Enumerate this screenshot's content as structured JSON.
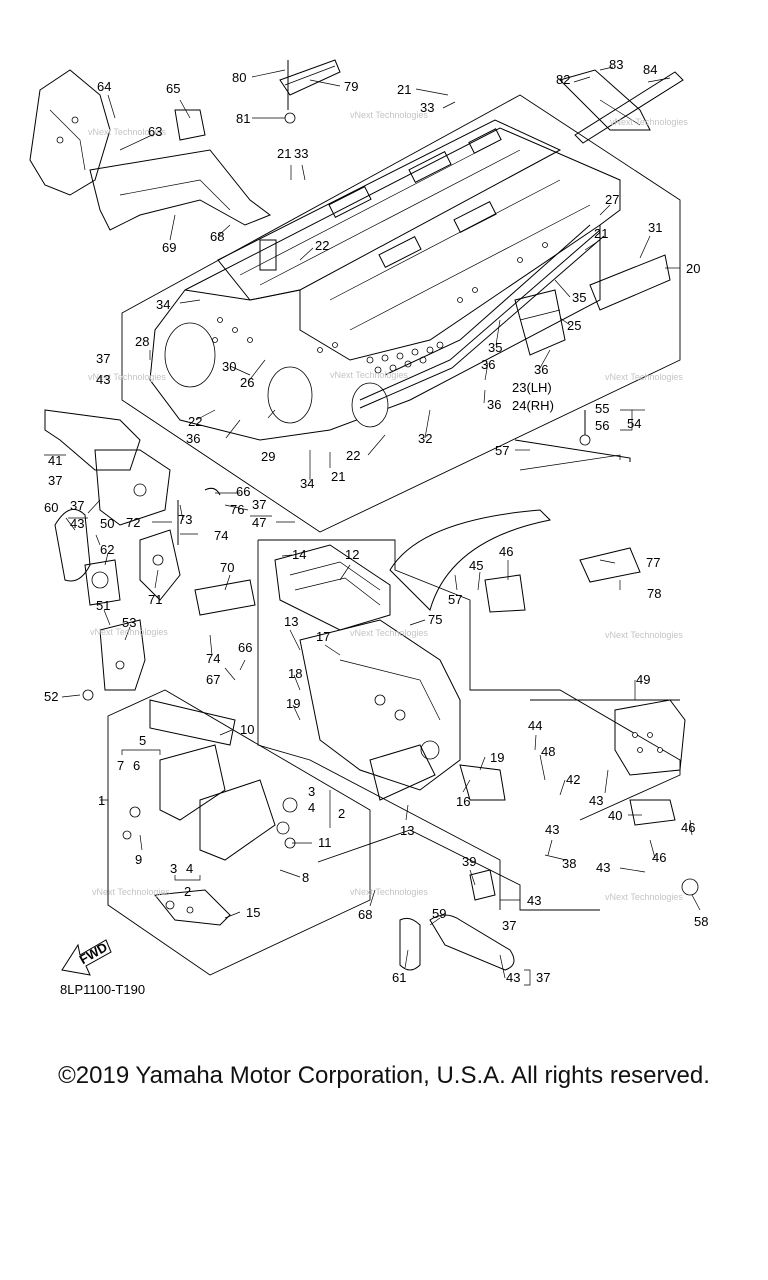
{
  "diagram": {
    "code": "8LP1100-T190",
    "direction_label": "FWD",
    "watermark": "vNext Technologies",
    "copyright": "©2019 Yamaha Motor Corporation, U.S.A. All rights reserved.",
    "callouts": [
      {
        "id": "c80",
        "text": "80"
      },
      {
        "id": "c79",
        "text": "79"
      },
      {
        "id": "c81",
        "text": "81"
      },
      {
        "id": "c64",
        "text": "64"
      },
      {
        "id": "c65",
        "text": "65"
      },
      {
        "id": "c63",
        "text": "63"
      },
      {
        "id": "c69",
        "text": "69"
      },
      {
        "id": "c68a",
        "text": "68"
      },
      {
        "id": "c21a",
        "text": "21"
      },
      {
        "id": "c33a",
        "text": "33"
      },
      {
        "id": "c82",
        "text": "82"
      },
      {
        "id": "c83",
        "text": "83"
      },
      {
        "id": "c84",
        "text": "84"
      },
      {
        "id": "c21b",
        "text": "21"
      },
      {
        "id": "c33b",
        "text": "33"
      },
      {
        "id": "c22a",
        "text": "22"
      },
      {
        "id": "c27",
        "text": "27"
      },
      {
        "id": "c21c",
        "text": "21"
      },
      {
        "id": "c31",
        "text": "31"
      },
      {
        "id": "c20",
        "text": "20"
      },
      {
        "id": "c34a",
        "text": "34"
      },
      {
        "id": "c35a",
        "text": "35"
      },
      {
        "id": "c25",
        "text": "25"
      },
      {
        "id": "c28",
        "text": "28"
      },
      {
        "id": "c30",
        "text": "30"
      },
      {
        "id": "c26",
        "text": "26"
      },
      {
        "id": "c35b",
        "text": "35"
      },
      {
        "id": "c36a",
        "text": "36"
      },
      {
        "id": "c36b",
        "text": "36"
      },
      {
        "id": "c37a",
        "text": "37"
      },
      {
        "id": "c43a",
        "text": "43"
      },
      {
        "id": "c23",
        "text": "23(LH)"
      },
      {
        "id": "c24",
        "text": "24(RH)"
      },
      {
        "id": "c22b",
        "text": "22"
      },
      {
        "id": "c36c",
        "text": "36"
      },
      {
        "id": "c32",
        "text": "32"
      },
      {
        "id": "c36d",
        "text": "36"
      },
      {
        "id": "c29",
        "text": "29"
      },
      {
        "id": "c55",
        "text": "55"
      },
      {
        "id": "c56",
        "text": "56"
      },
      {
        "id": "c54",
        "text": "54"
      },
      {
        "id": "c41",
        "text": "41"
      },
      {
        "id": "c37b",
        "text": "37"
      },
      {
        "id": "c22c",
        "text": "22"
      },
      {
        "id": "c57a",
        "text": "57"
      },
      {
        "id": "c34b",
        "text": "34"
      },
      {
        "id": "c21d",
        "text": "21"
      },
      {
        "id": "c66a",
        "text": "66"
      },
      {
        "id": "c76",
        "text": "76"
      },
      {
        "id": "c37c",
        "text": "37"
      },
      {
        "id": "c47",
        "text": "47"
      },
      {
        "id": "c60",
        "text": "60"
      },
      {
        "id": "c37d",
        "text": "37"
      },
      {
        "id": "c43b",
        "text": "43"
      },
      {
        "id": "c50",
        "text": "50"
      },
      {
        "id": "c73",
        "text": "73"
      },
      {
        "id": "c72",
        "text": "72"
      },
      {
        "id": "c74a",
        "text": "74"
      },
      {
        "id": "c62",
        "text": "62"
      },
      {
        "id": "c14",
        "text": "14"
      },
      {
        "id": "c12",
        "text": "12"
      },
      {
        "id": "c46a",
        "text": "46"
      },
      {
        "id": "c45",
        "text": "45"
      },
      {
        "id": "c77",
        "text": "77"
      },
      {
        "id": "c71",
        "text": "71"
      },
      {
        "id": "c70",
        "text": "70"
      },
      {
        "id": "c57b",
        "text": "57"
      },
      {
        "id": "c78",
        "text": "78"
      },
      {
        "id": "c53",
        "text": "53"
      },
      {
        "id": "c51",
        "text": "51"
      },
      {
        "id": "c13a",
        "text": "13"
      },
      {
        "id": "c75",
        "text": "75"
      },
      {
        "id": "c17",
        "text": "17"
      },
      {
        "id": "c74b",
        "text": "74"
      },
      {
        "id": "c67",
        "text": "67"
      },
      {
        "id": "c66b",
        "text": "66"
      },
      {
        "id": "c49",
        "text": "49"
      },
      {
        "id": "c52",
        "text": "52"
      },
      {
        "id": "c18",
        "text": "18"
      },
      {
        "id": "c19a",
        "text": "19"
      },
      {
        "id": "c10",
        "text": "10"
      },
      {
        "id": "c5",
        "text": "5"
      },
      {
        "id": "c44",
        "text": "44"
      },
      {
        "id": "c7",
        "text": "7"
      },
      {
        "id": "c6",
        "text": "6"
      },
      {
        "id": "c48",
        "text": "48"
      },
      {
        "id": "c19b",
        "text": "19"
      },
      {
        "id": "c42",
        "text": "42"
      },
      {
        "id": "c1",
        "text": "1"
      },
      {
        "id": "c3a",
        "text": "3"
      },
      {
        "id": "c4a",
        "text": "4"
      },
      {
        "id": "c2a",
        "text": "2"
      },
      {
        "id": "c43c",
        "text": "43"
      },
      {
        "id": "c16",
        "text": "16"
      },
      {
        "id": "c40",
        "text": "40"
      },
      {
        "id": "c13b",
        "text": "13"
      },
      {
        "id": "c11",
        "text": "11"
      },
      {
        "id": "c9",
        "text": "9"
      },
      {
        "id": "c43d",
        "text": "43"
      },
      {
        "id": "c46b",
        "text": "46"
      },
      {
        "id": "c46c",
        "text": "46"
      },
      {
        "id": "c3b",
        "text": "3"
      },
      {
        "id": "c4b",
        "text": "4"
      },
      {
        "id": "c38",
        "text": "38"
      },
      {
        "id": "c8",
        "text": "8"
      },
      {
        "id": "c2b",
        "text": "2"
      },
      {
        "id": "c39",
        "text": "39"
      },
      {
        "id": "c43e",
        "text": "43"
      },
      {
        "id": "c43f",
        "text": "43"
      },
      {
        "id": "c68b",
        "text": "68"
      },
      {
        "id": "c15",
        "text": "15"
      },
      {
        "id": "c37e",
        "text": "37"
      },
      {
        "id": "c58",
        "text": "58"
      },
      {
        "id": "c59",
        "text": "59"
      },
      {
        "id": "c61",
        "text": "61"
      },
      {
        "id": "c43g",
        "text": "43"
      },
      {
        "id": "c37f",
        "text": "37"
      }
    ]
  }
}
